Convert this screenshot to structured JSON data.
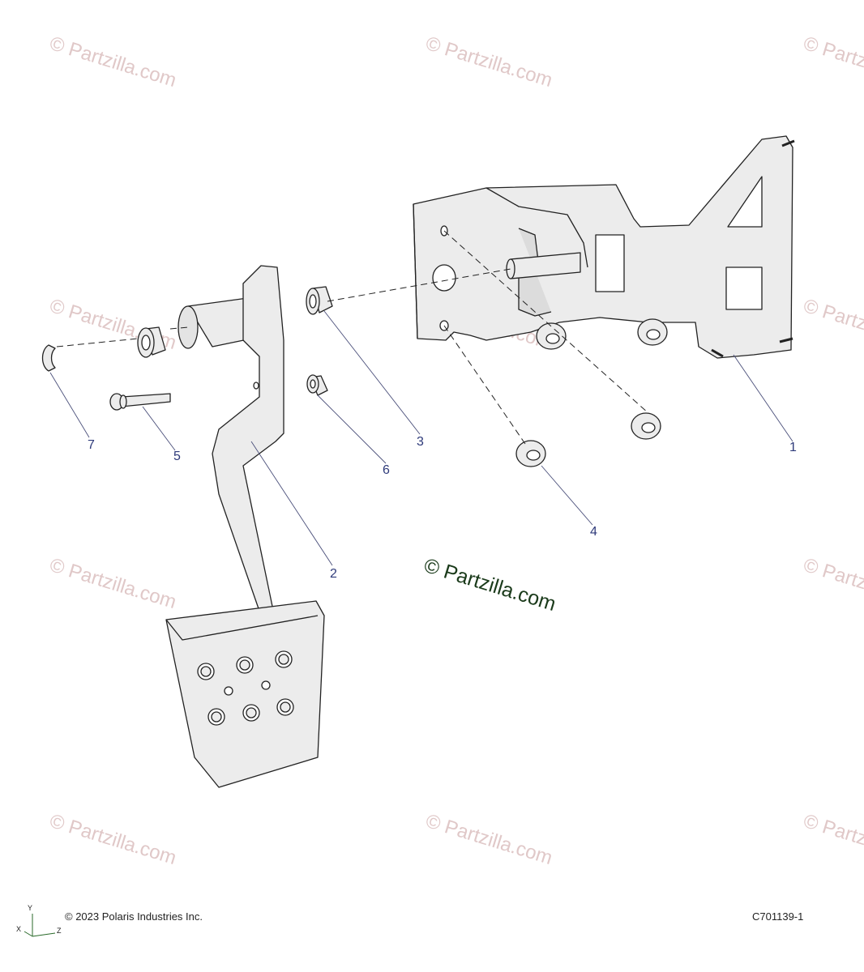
{
  "watermark": "© Partzilla.com",
  "center_watermark": "© Partzilla.com",
  "callouts": [
    "1",
    "2",
    "3",
    "4",
    "5",
    "6",
    "7"
  ],
  "copyright": "© 2023 Polaris Industries Inc.",
  "diagram_code": "C701139-1",
  "axes": {
    "x": "X",
    "y": "Y",
    "z": "Z"
  },
  "colors": {
    "part_fill": "#ececec",
    "line": "#222222",
    "callout": "#2e3a7a",
    "watermark": "#e0c8c8"
  }
}
